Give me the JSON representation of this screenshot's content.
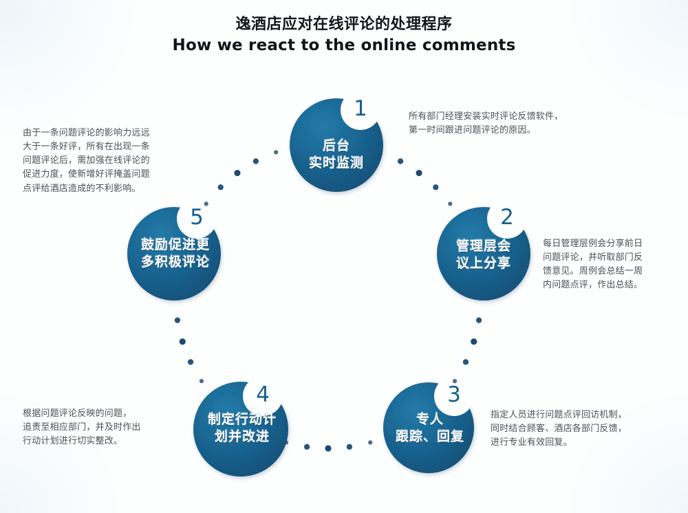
{
  "title": {
    "cn": "逸酒店应对在线评论的处理程序",
    "en": "How we react to the online comments"
  },
  "colors": {
    "node_fill": "#1a6592",
    "node_fill_dark": "#14537a",
    "dot": "#1c4a74",
    "number": "#165f8c",
    "node_text": "#ffffff",
    "note_text": "#3e4248",
    "background": "#fdfefe"
  },
  "diagram": {
    "type": "cycle",
    "node_count": 5,
    "nodes": [
      {
        "number": "1",
        "label": "后台\n实时监测",
        "note": "所有部门经理安装实时评论反馈软件，\n第一时间跟进问题评论的原因。",
        "note_position": "right"
      },
      {
        "number": "2",
        "label": "管理层会\n议上分享",
        "note": "每日管理层例会分享前日\n问题评论，并听取部门反\n馈意见。周例会总结一周\n内问题点评，作出总结。",
        "note_position": "right"
      },
      {
        "number": "3",
        "label": "专人\n跟踪、回复",
        "note": "指定人员进行问题点评回访机制，\n同时结合顾客、酒店各部门反馈，\n进行专业有效回复。",
        "note_position": "right"
      },
      {
        "number": "4",
        "label": "制定行动计\n划并改进",
        "note": "根据问题评论反映的问题，\n追责至相应部门，并及时作出\n行动计划进行切实整改。",
        "note_position": "left"
      },
      {
        "number": "5",
        "label": "鼓励促进更\n多积极评论",
        "note": "由于一条问题评论的影响力远远\n大于一条好评，所有在出现一条\n问题评论后，需加强在线评论的\n促进力度，使新增好评掩盖问题\n点评给酒店造成的不利影响。",
        "note_position": "left"
      }
    ]
  }
}
